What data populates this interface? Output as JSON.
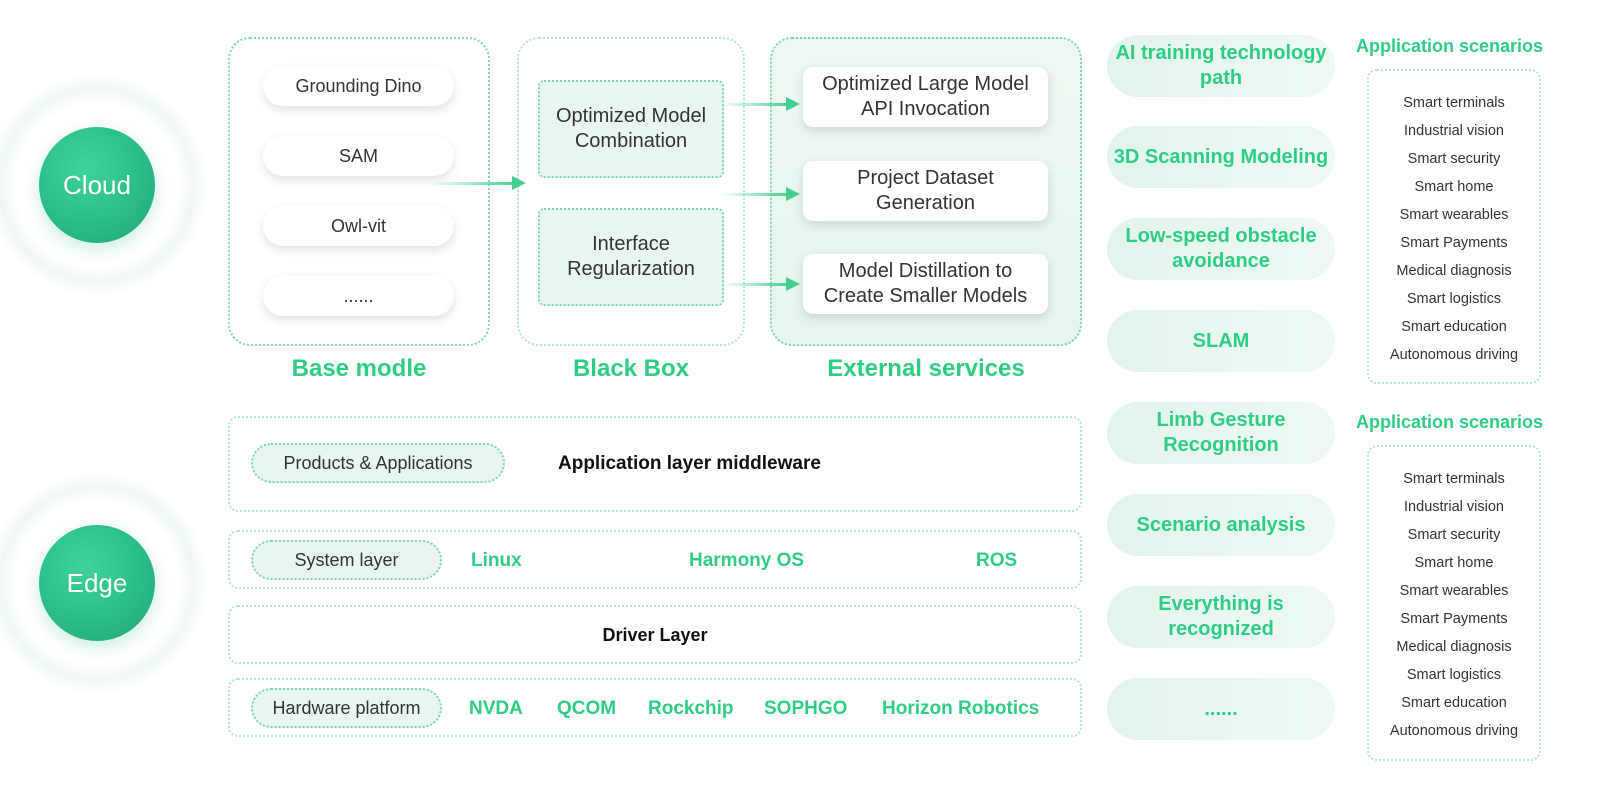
{
  "cloud_label": "Cloud",
  "edge_label": "Edge",
  "base_model": {
    "caption": "Base modle",
    "items": [
      "Grounding Dino",
      "SAM",
      "Owl-vit",
      "......"
    ]
  },
  "black_box": {
    "caption": "Black Box",
    "items": [
      "Optimized Model Combination",
      "Interface Regularization"
    ]
  },
  "external_services": {
    "caption": "External services",
    "items": [
      "Optimized Large Model API Invocation",
      "Project Dataset Generation",
      "Model Distillation to Create Smaller Models"
    ]
  },
  "edge_layers": {
    "app": {
      "tag": "Products & Applications",
      "text": "Application layer middleware"
    },
    "system": {
      "tag": "System layer",
      "items": [
        "Linux",
        "Harmony OS",
        "ROS"
      ]
    },
    "driver": {
      "text": "Driver Layer"
    },
    "hardware": {
      "tag": "Hardware platform",
      "items": [
        "NVDA",
        "QCOM",
        "Rockchip",
        "SOPHGO",
        "Horizon Robotics"
      ]
    }
  },
  "tech_paths": [
    "AI training technology path",
    "3D Scanning Modeling",
    "Low-speed obstacle avoidance",
    "SLAM",
    "Limb Gesture Recognition",
    "Scenario analysis",
    "Everything is recognized",
    "......"
  ],
  "scenarios_top": {
    "title": "Application scenarios",
    "items": [
      "Smart terminals",
      "Industrial vision",
      "Smart security",
      "Smart home",
      "Smart wearables",
      "Smart Payments",
      "Medical diagnosis",
      "Smart logistics",
      "Smart education",
      "Autonomous driving"
    ]
  },
  "scenarios_bottom": {
    "title": "Application scenarios",
    "items": [
      "Smart terminals",
      "Industrial vision",
      "Smart security",
      "Smart home",
      "Smart wearables",
      "Smart Payments",
      "Medical diagnosis",
      "Smart logistics",
      "Smart education",
      "Autonomous driving"
    ]
  },
  "colors": {
    "accent": "#2ecc85",
    "border": "#7fd7ae",
    "tint": "#e9f6ef"
  }
}
